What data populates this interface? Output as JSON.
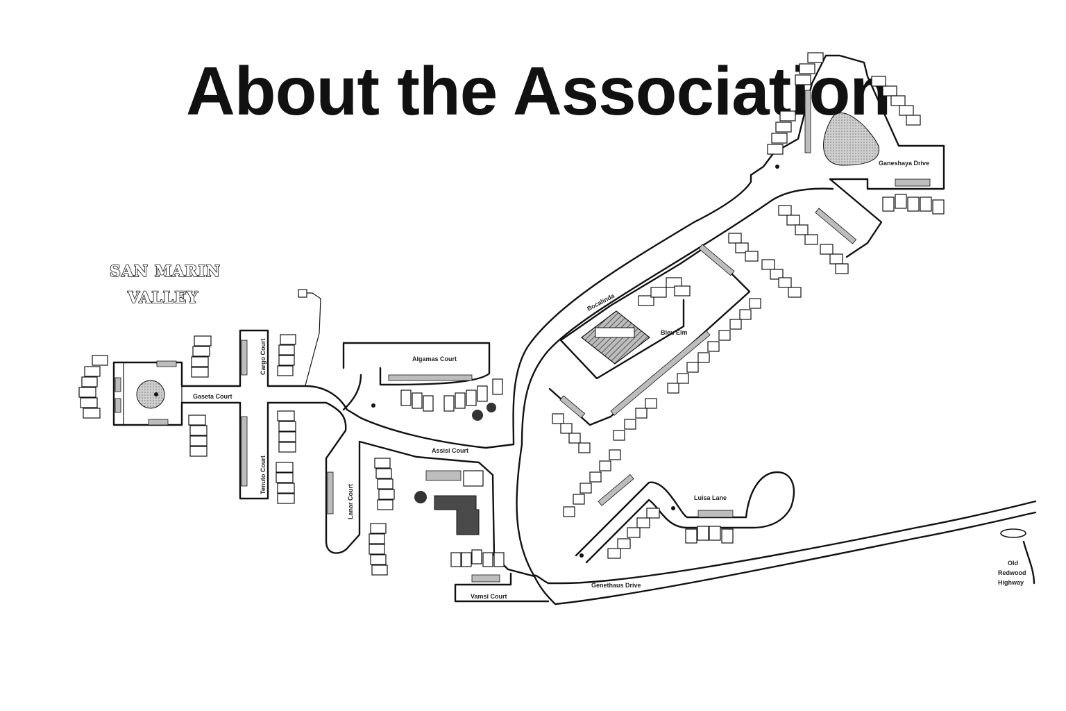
{
  "page": {
    "title": "About the Association"
  },
  "map": {
    "logo": {
      "line1": "SAN MARIN",
      "line2": "VALLEY"
    },
    "colors": {
      "ink": "#111111",
      "shading": "#bdbdbd",
      "dark_fill": "#4a4a4a",
      "background": "#ffffff"
    },
    "streets": {
      "left_court": "Gaseta Court",
      "upper_west": "Cargo Court",
      "lower_west": "Tenuto Court",
      "upper_middle": "Algamas Court",
      "lower_middle": "Lanar Court",
      "center_court": "Assisi Court",
      "bottom_court": "Vamsi Court",
      "boulevard": "Bocalinda",
      "upper_east": "Bleu Elm",
      "top_right": "Ganeshaya Drive",
      "lower_east": "Luisa Lane",
      "main_road": "Genethaus Drive",
      "exit_road_1": "Old",
      "exit_road_2": "Redwood",
      "exit_road_3": "Highway"
    },
    "icons": [
      "pond-icon",
      "tree-icon",
      "pool-icon",
      "clubhouse-icon"
    ]
  }
}
